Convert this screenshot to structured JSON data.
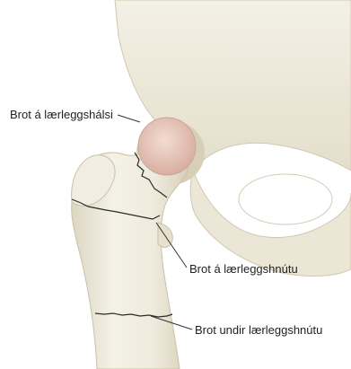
{
  "labels": {
    "neck_fracture": "Brot á lærleggshálsi",
    "trochanteric_fracture": "Brot á lærleggshnútu",
    "subtrochanteric_fracture": "Brot undir lærleggshnútu"
  },
  "colors": {
    "bone_fill": "#eeeadb",
    "bone_shadow": "#d8d2bd",
    "bone_outline": "#c9c2a8",
    "femoral_head": "#e8c7bc",
    "fracture_line": "#2b2b2b",
    "leader_line": "#333333",
    "label_text": "#222222"
  }
}
